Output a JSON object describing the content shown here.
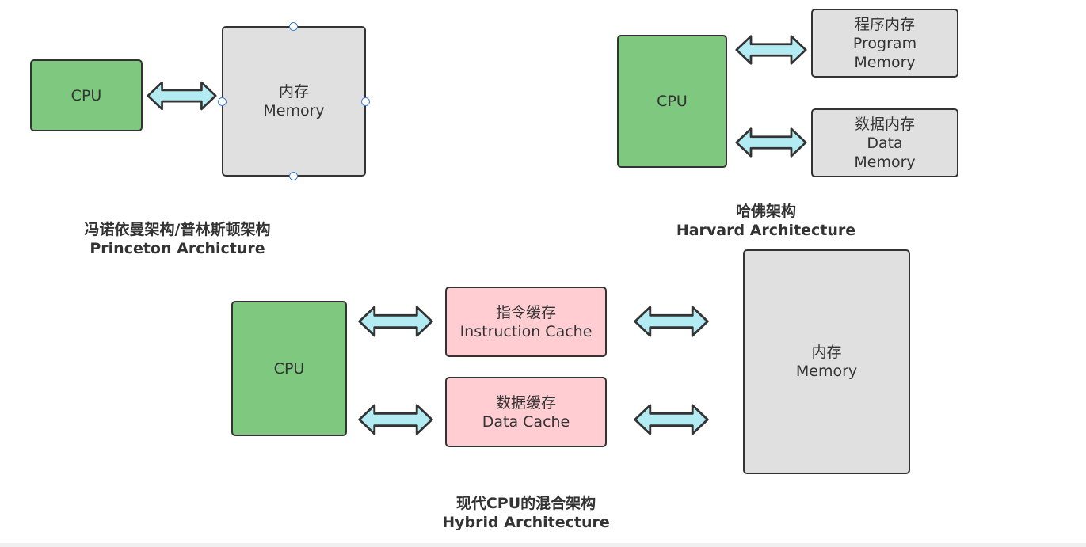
{
  "princeton": {
    "cpu": "CPU",
    "memory_cn": "内存",
    "memory_en": "Memory",
    "caption_cn": "冯诺依曼架构/普林斯顿架构",
    "caption_en": "Princeton Archicture"
  },
  "harvard": {
    "cpu": "CPU",
    "program_cn": "程序内存",
    "program_en1": "Program",
    "program_en2": "Memory",
    "data_cn": "数据内存",
    "data_en1": "Data",
    "data_en2": "Memory",
    "caption_cn": "哈佛架构",
    "caption_en": "Harvard Architecture"
  },
  "hybrid": {
    "cpu": "CPU",
    "icache_cn": "指令缓存",
    "icache_en": "Instruction Cache",
    "dcache_cn": "数据缓存",
    "dcache_en": "Data Cache",
    "memory_cn": "内存",
    "memory_en": "Memory",
    "caption_cn": "现代CPU的混合架构",
    "caption_en": "Hybrid Architecture"
  },
  "colors": {
    "cpu_fill": "#7fc880",
    "memory_fill": "#e0e0e0",
    "cache_fill": "#ffcdd2",
    "arrow_fill": "#b3ebf2",
    "stroke": "#333333",
    "selection_handle": "#3b7fd6"
  }
}
